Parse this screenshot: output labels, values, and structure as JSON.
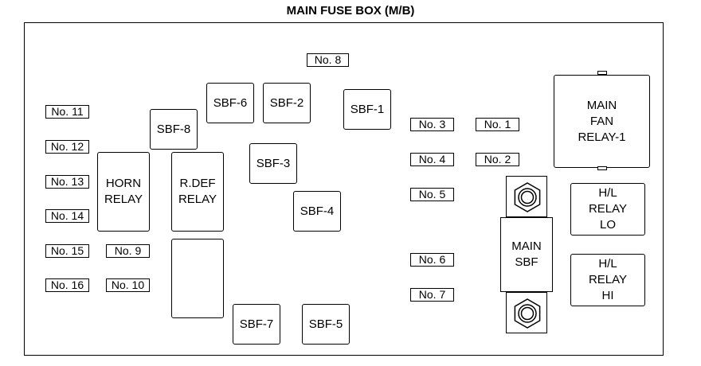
{
  "title": "MAIN FUSE BOX (M/B)",
  "fuses": {
    "no1": "No. 1",
    "no2": "No. 2",
    "no3": "No. 3",
    "no4": "No. 4",
    "no5": "No. 5",
    "no6": "No. 6",
    "no7": "No. 7",
    "no8": "No. 8",
    "no9": "No. 9",
    "no10": "No. 10",
    "no11": "No. 11",
    "no12": "No. 12",
    "no13": "No. 13",
    "no14": "No. 14",
    "no15": "No. 15",
    "no16": "No. 16"
  },
  "sbf": {
    "sbf1": "SBF-1",
    "sbf2": "SBF-2",
    "sbf3": "SBF-3",
    "sbf4": "SBF-4",
    "sbf5": "SBF-5",
    "sbf6": "SBF-6",
    "sbf7": "SBF-7",
    "sbf8": "SBF-8"
  },
  "relays": {
    "horn": "HORN\nRELAY",
    "rdef": "R.DEF\nRELAY",
    "main_fan": "MAIN\nFAN\nRELAY-1",
    "hl_lo": "H/L\nRELAY\nLO",
    "hl_hi": "H/L\nRELAY\nHI"
  },
  "main_sbf": "MAIN\nSBF"
}
